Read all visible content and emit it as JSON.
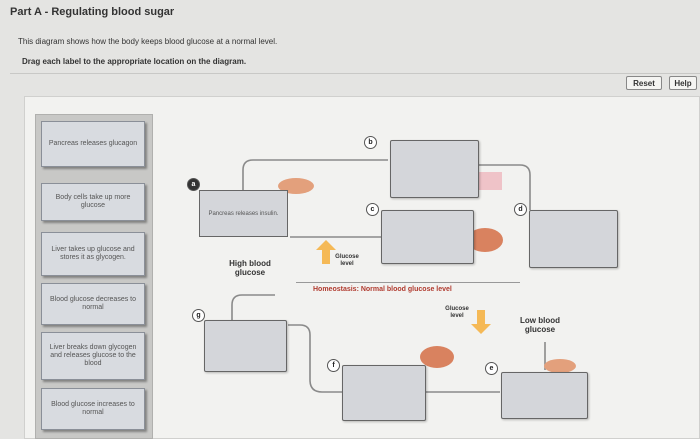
{
  "header": {
    "title": "Part A - Regulating blood sugar",
    "description": "This diagram shows how the body keeps blood glucose at a normal level.",
    "instruction": "Drag each label to the appropriate location on the diagram.",
    "reset_label": "Reset",
    "help_label": "Help"
  },
  "labels": [
    {
      "text": "Pancreas releases glucagon"
    },
    {
      "text": "Body cells take up more glucose"
    },
    {
      "text": "Liver takes up glucose and stores it as glycogen."
    },
    {
      "text": "Blood glucose decreases to normal"
    },
    {
      "text": "Liver breaks down glycogen and releases glucose to the blood"
    },
    {
      "text": "Blood glucose increases to normal"
    }
  ],
  "diagram": {
    "fixed_box_text": "Pancreas releases insulin.",
    "high_label": "High blood glucose",
    "low_label": "Low blood glucose",
    "glucose_level_up": "Glucose level",
    "glucose_level_down": "Glucose level",
    "homeostasis": "Homeostasis: Normal blood glucose level",
    "markers": {
      "a": "a",
      "b": "b",
      "c": "c",
      "d": "d",
      "e": "e",
      "f": "f",
      "g": "g"
    }
  },
  "colors": {
    "organ": "#e3a07c",
    "arrow": "#f5a623",
    "homeostasis_text": "#b03a2e",
    "box_border": "#666666"
  }
}
